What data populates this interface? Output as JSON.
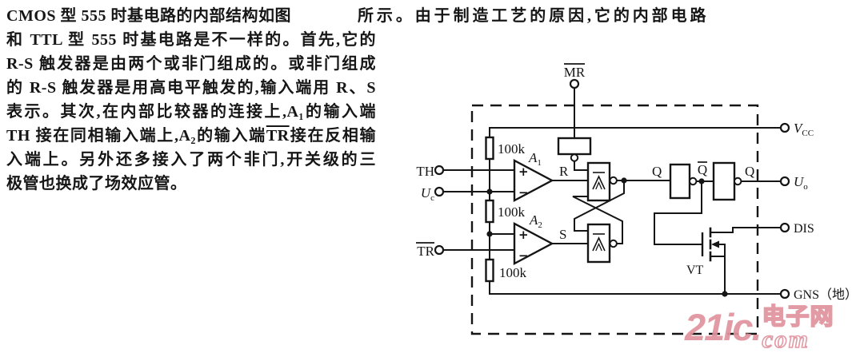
{
  "article": {
    "left_lines": [
      "CMOS 型 555 时基电路的内部结构如图",
      "和 TTL 型 555 时基电路是不一样的。首先,它的",
      "R-S 触发器是由两个或非门组成的。或非门组成",
      "的 R-S 触发器是用高电平触发的,输入端用 R、S",
      "表示。其次,在内部比较器的连接上,A₁的输入端"
    ],
    "line6": {
      "pre": "TH 接在同相输入端上,A₂的输入端",
      "overlined": "TR",
      "post": "接在反相输"
    },
    "line7": "入端上。另外还多接入了两个非门,开关级的三",
    "line8": "极管也换成了场效应管。",
    "right_line": "所示。由于制造工艺的原因,它的内部电路"
  },
  "diagram": {
    "terminals": {
      "th": "TH",
      "uc_base": "U",
      "uc_sub": "c",
      "tr": "TR",
      "mr": "MR",
      "vcc_base": "V",
      "vcc_sub": "CC",
      "uo_base": "U",
      "uo_sub": "o",
      "dis": "DIS",
      "gns": "GNS（地）"
    },
    "components": {
      "r1": "100k",
      "r2": "100k",
      "r3": "100k",
      "a1_base": "A",
      "a1_sub": "1",
      "a2_base": "A",
      "a2_sub": "2",
      "vt": "VT"
    },
    "signals": {
      "r": "R",
      "s": "S",
      "q1": "Q",
      "qbar": "Q",
      "q2": "Q"
    },
    "plus": "+",
    "minus": "−"
  },
  "watermark": {
    "brand": "21ic.",
    "cjk": "电子网",
    "suffix": "com",
    "color": "#e0929d"
  }
}
